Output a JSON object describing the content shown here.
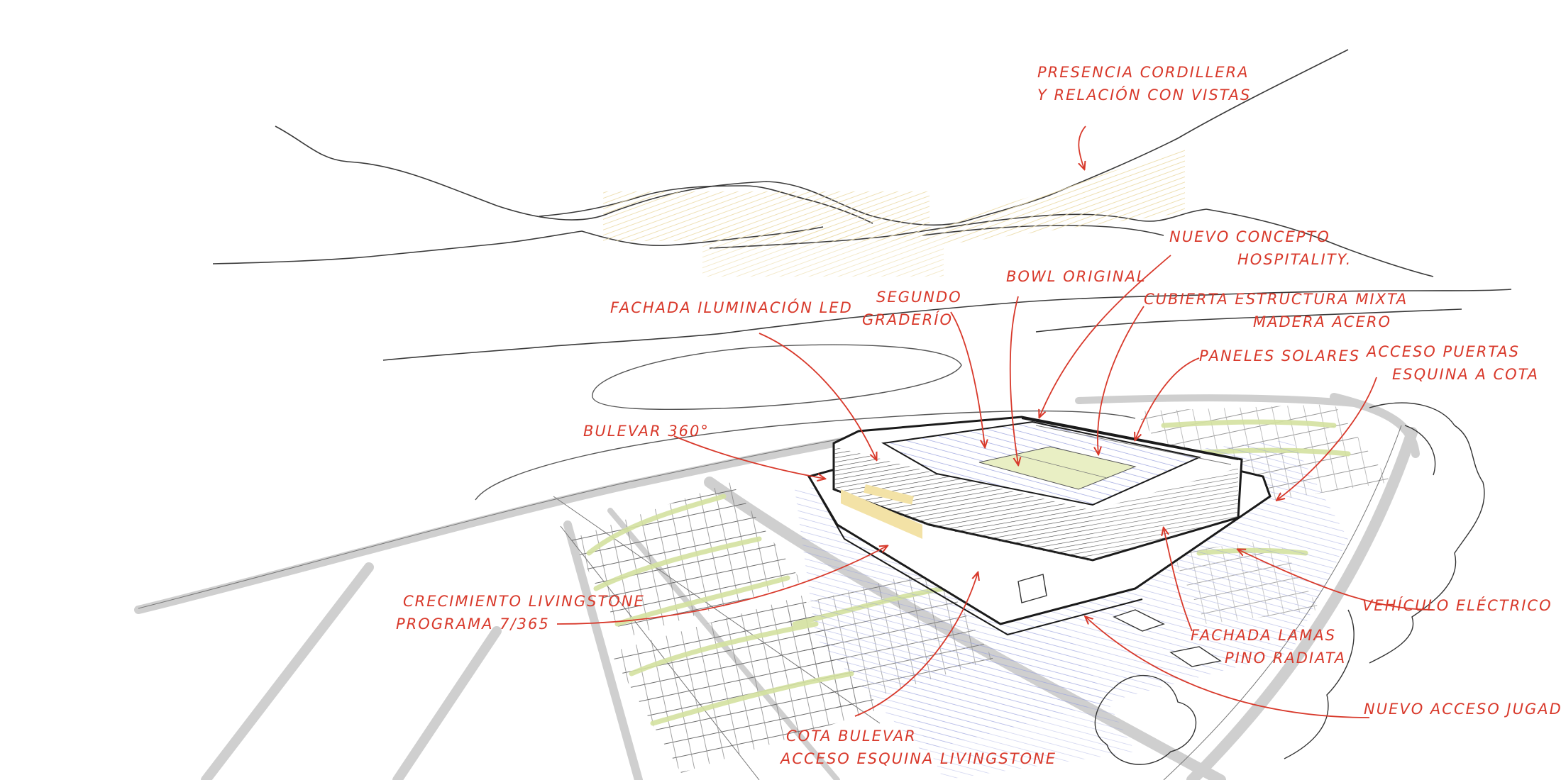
{
  "colors": {
    "annotation": "#d8392b",
    "ink": "#333333",
    "road": "#d9d9d9",
    "pitch": "#e9efc4",
    "hatch_yellow": "#ecdcaa",
    "hatch_blue": "#8b93d8",
    "parking": "#d4e2a0",
    "facade_yellow": "#f3e2a6"
  },
  "icons": [
    "arrow-icon",
    "mountain-ridge",
    "stadium-building",
    "parking-lot",
    "tree-outline"
  ],
  "annotations": {
    "cordillera": [
      "Presencia cordillera",
      "y relación con vistas"
    ],
    "hospitality": [
      "Nuevo concepto",
      "hospitality."
    ],
    "bowl": [
      "Bowl original"
    ],
    "segundo": [
      "Segundo",
      "graderío"
    ],
    "fachada_led": [
      "Fachada iluminación LED"
    ],
    "cubierta": [
      "Cubierta estructura mixta",
      "madera acero"
    ],
    "paneles": [
      "Paneles solares"
    ],
    "acceso_puertas": [
      "Acceso puertas",
      "esquina a cota"
    ],
    "bulevar": [
      "Bulevar 360°"
    ],
    "crecimiento": [
      "Crecimiento Livingstone",
      "programa 7/365"
    ],
    "vehiculo": [
      "Vehículo eléctrico"
    ],
    "fachada_lamas": [
      "Fachada lamas",
      "pino radiata"
    ],
    "acceso_jugadores": [
      "Nuevo acceso jugadores"
    ],
    "cota_bulevar": [
      "Cota bulevar",
      "acceso esquina Livingstone"
    ]
  }
}
